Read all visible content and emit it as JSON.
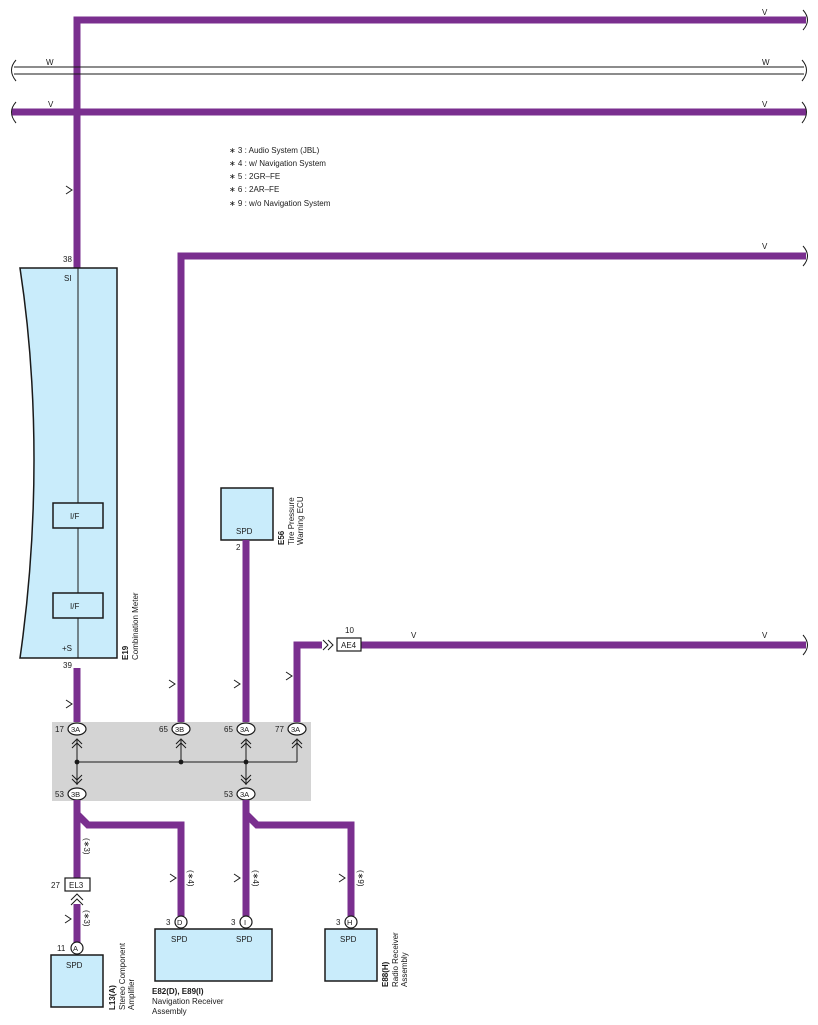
{
  "colors": {
    "wire": "#7a2f8f",
    "component_fill": "#c9ecfb",
    "junction_fill": "#d4d4d4"
  },
  "notes": [
    "∗ 3 : Audio System (JBL)",
    "∗ 4 : w/ Navigation System",
    "∗ 5 : 2GR–FE",
    "∗ 6 : 2AR–FE",
    "∗ 9 : w/o Navigation System"
  ],
  "wire_labels": {
    "v": "V",
    "w": "W"
  },
  "combination_meter": {
    "code": "E19",
    "name": "Combination Meter",
    "pin_top": "38",
    "terminal_top": "SI",
    "interface1": "I/F",
    "interface2": "I/F",
    "terminal_bottom": "+S",
    "pin_bottom": "39"
  },
  "tire_ecu": {
    "code": "E56",
    "name1": "Tire Pressure",
    "name2": "Warning ECU",
    "terminal": "SPD",
    "pin": "2"
  },
  "ae4": {
    "pin": "10",
    "label": "AE4"
  },
  "junction": {
    "top": [
      {
        "pin": "17",
        "conn": "3A"
      },
      {
        "pin": "65",
        "conn": "3B"
      },
      {
        "pin": "65",
        "conn": "3A"
      },
      {
        "pin": "77",
        "conn": "3A"
      }
    ],
    "bottom": [
      {
        "pin": "53",
        "conn": "3B"
      },
      {
        "pin": "53",
        "conn": "3A"
      }
    ]
  },
  "conditions": {
    "c3": "(∗3)",
    "c4": "(∗4)",
    "c9": "(∗9)"
  },
  "el3": {
    "pin": "27",
    "label": "EL3"
  },
  "amplifier": {
    "code": "L13(A)",
    "name1": "Stereo Component",
    "name2": "Amplifier",
    "pin": "11",
    "conn": "A",
    "terminal": "SPD"
  },
  "nav_receiver": {
    "code": "E82(D), E89(I)",
    "name1": "Navigation Receiver",
    "name2": "Assembly",
    "pin_d": "3",
    "conn_d": "D",
    "pin_i": "3",
    "conn_i": "I",
    "terminal_d": "SPD",
    "terminal_i": "SPD"
  },
  "radio_receiver": {
    "code": "E88(H)",
    "name1": "Radio Receiver",
    "name2": "Assembly",
    "pin": "3",
    "conn": "H",
    "terminal": "SPD"
  }
}
